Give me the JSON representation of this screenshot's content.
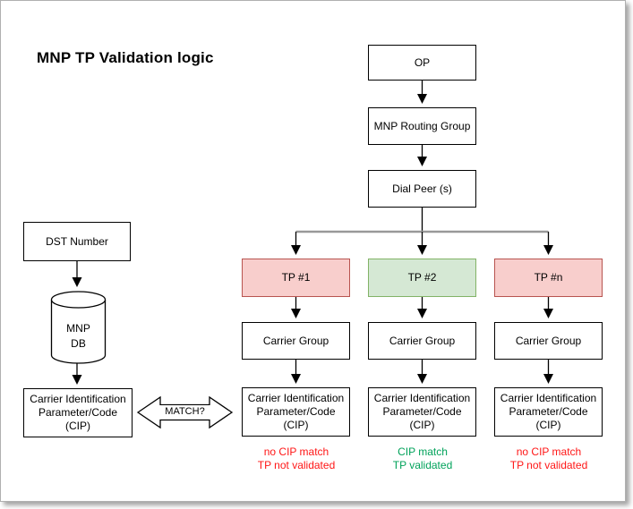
{
  "title": "MNP TP Validation logic",
  "colors": {
    "tp_invalid_fill": "#f8cecc",
    "tp_invalid_border": "#b85450",
    "tp_valid_fill": "#d5e8d4",
    "tp_valid_border": "#82b366",
    "result_invalid_text": "#ff1616",
    "result_valid_text": "#00a25a",
    "branch_line": "#999999",
    "shape_border": "#000000",
    "shape_fill": "#ffffff"
  },
  "flow": {
    "op_label": "OP",
    "routing_group_label": "MNP Routing Group",
    "dial_peer_label": "Dial Peer (s)"
  },
  "lookup": {
    "dst_label": "DST Number",
    "db_lines": [
      "MNP",
      "DB"
    ],
    "cip_lines": [
      "Carrier Identification",
      "Parameter/Code",
      "(CIP)"
    ],
    "match_label": "MATCH?"
  },
  "columns": [
    {
      "tp_label": "TP #1",
      "carrier_group_label": "Carrier Group",
      "cip_lines": [
        "Carrier Identification",
        "Parameter/Code",
        "(CIP)"
      ],
      "result_lines": [
        "no CIP match",
        "TP not validated"
      ],
      "status": "invalid"
    },
    {
      "tp_label": "TP #2",
      "carrier_group_label": "Carrier Group",
      "cip_lines": [
        "Carrier Identification",
        "Parameter/Code",
        "(CIP)"
      ],
      "result_lines": [
        "CIP match",
        "TP validated"
      ],
      "status": "valid"
    },
    {
      "tp_label": "TP #n",
      "carrier_group_label": "Carrier Group",
      "cip_lines": [
        "Carrier Identification",
        "Parameter/Code",
        "(CIP)"
      ],
      "result_lines": [
        "no CIP match",
        "TP not validated"
      ],
      "status": "invalid"
    }
  ]
}
